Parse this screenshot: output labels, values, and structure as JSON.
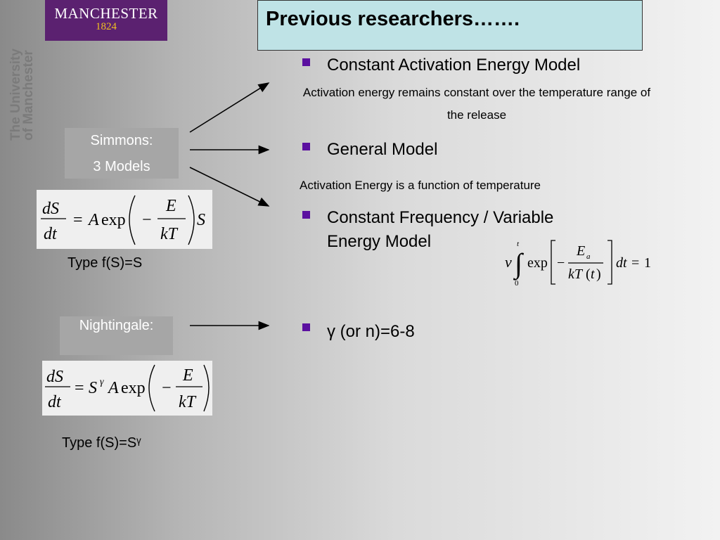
{
  "logo": {
    "name": "MANCHESTER",
    "year": "1824"
  },
  "vertical_text": {
    "line1": "The University",
    "line2": "of Manchester"
  },
  "title": "Previous researchers…….",
  "left": {
    "simmons": {
      "line1": "Simmons:",
      "line2": "3 Models"
    },
    "nightingale": "Nightingale:",
    "type1": "Type f(S)=S",
    "type2": "Type f(S)=Sᵞ"
  },
  "bullets": [
    {
      "heading": "Constant Activation Energy Model",
      "sub": "Activation energy remains constant over the temperature range of the release"
    },
    {
      "heading": "General Model",
      "sub": "Activation Energy is a function of temperature"
    },
    {
      "heading": "Constant Frequency / Variable Energy Model",
      "sub": ""
    },
    {
      "heading": "γ (or n)=6-8",
      "sub": ""
    }
  ],
  "colors": {
    "logo_bg": "#5b2170",
    "title_bg": "#bfe3e6",
    "bullet": "#5b10a0",
    "box_gray": "#a6a6a6"
  }
}
